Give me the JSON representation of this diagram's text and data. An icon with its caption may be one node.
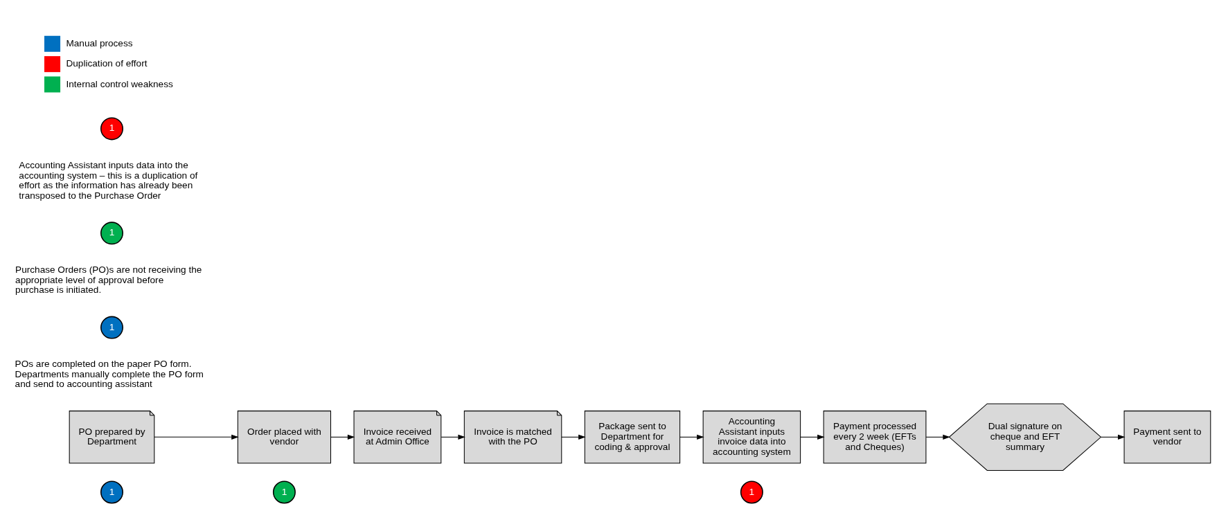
{
  "diagram": {
    "nodes": [
      {
        "text": [
          "PO prepared by Department"
        ]
      },
      {
        "text": [
          "Order placed with vendor"
        ]
      },
      {
        "text": [
          "Invoice received at Admin Office"
        ]
      },
      {
        "text": [
          "Invoice is matched with the PO"
        ]
      },
      {
        "text": [
          "Package sent to Department for coding & approval"
        ]
      },
      {
        "text": [
          "Accounting Assistant inputs invoice data into accounting system"
        ]
      },
      {
        "text": [
          "Payment processed every 2 week (EFTs and Cheques)"
        ]
      },
      {
        "text": [
          "Dual signature on cheque and EFT summary"
        ]
      },
      {
        "text": [
          "Payment sent to vendor"
        ]
      },
      {
        "text": [
          "1"
        ]
      },
      {
        "text": [
          "1"
        ]
      },
      {
        "text": [
          "1"
        ]
      },
      {
        "text": [
          "1"
        ],
        "beside": [
          "POs are completed on the paper PO form. Departments manually complete the PO form and send to accounting assistant"
        ]
      },
      {
        "text": [
          "1"
        ],
        "beside": [
          "Purchase Orders (PO)s are not receiving the appropriate level of approval before purchase is initiated."
        ]
      },
      {
        "text": [
          "1"
        ],
        "beside": [
          "Accounting Assistant inputs data into the accounting system – this is a duplication of effort as the information has already been transposed to the Purchase Order"
        ]
      }
    ],
    "edges": [
      {
        "from": 0,
        "to": 1,
        "arrow": "to"
      },
      {
        "from": 1,
        "to": 2,
        "arrow": "to"
      },
      {
        "from": 2,
        "to": 3,
        "arrow": "to"
      },
      {
        "from": 3,
        "to": 4,
        "arrow": "to"
      },
      {
        "from": 4,
        "to": 5,
        "arrow": "to"
      },
      {
        "from": 5,
        "to": 6,
        "arrow": "to"
      },
      {
        "from": 6,
        "to": 7,
        "arrow": "to"
      },
      {
        "from": 7,
        "to": 8,
        "arrow": "to"
      }
    ],
    "legend": [
      {
        "text": "Manual process",
        "color": "#0070c0"
      },
      {
        "text": "Duplication of effort",
        "color": "#ff0000"
      },
      {
        "text": "Internal control weakness",
        "color": "#00b050"
      }
    ]
  }
}
